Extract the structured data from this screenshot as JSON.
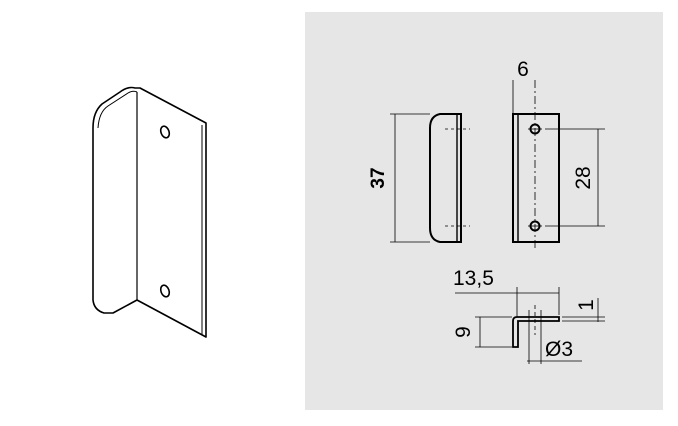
{
  "dimensions": {
    "height": "37",
    "hole_offset": "6",
    "hole_spacing": "28",
    "width": "13,5",
    "flange": "9",
    "thickness": "1",
    "hole_diameter": "Ø3"
  }
}
